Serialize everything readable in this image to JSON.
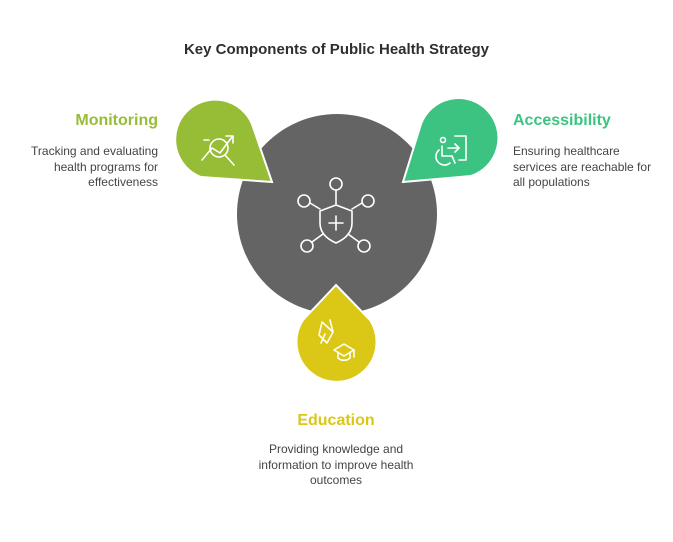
{
  "title": "Key Components of Public Health Strategy",
  "colors": {
    "hub": "#646464",
    "monitoring": "#96bd35",
    "accessibility": "#3cc381",
    "education": "#dbc716",
    "text": "#444444"
  },
  "hub": {
    "icon": "shield-network-icon"
  },
  "components": [
    {
      "heading": "Monitoring",
      "description": "Tracking and evaluating health programs for effectiveness",
      "icon": "chart-magnifier-icon"
    },
    {
      "heading": "Accessibility",
      "description": "Ensuring healthcare services are reachable for all populations",
      "icon": "wheelchair-entry-icon"
    },
    {
      "heading": "Education",
      "description": "Providing knowledge and information to improve health outcomes",
      "icon": "megaphone-graduation-icon"
    }
  ]
}
